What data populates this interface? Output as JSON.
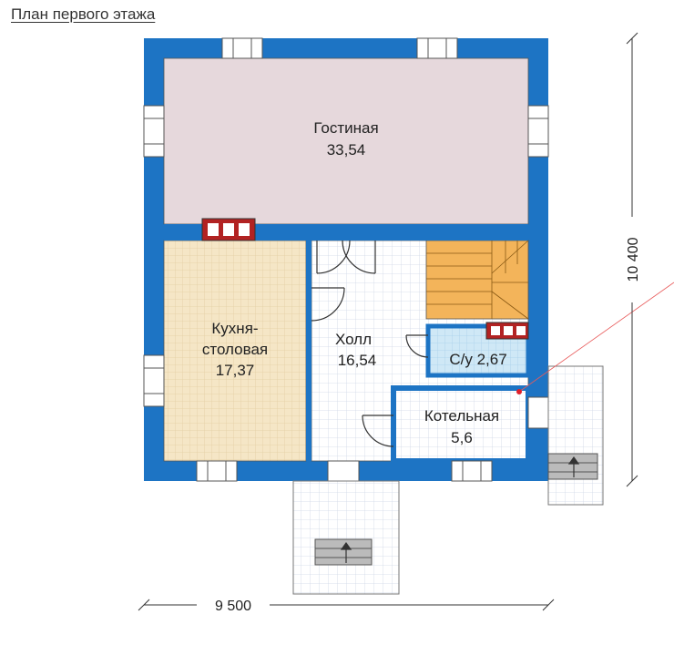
{
  "title": "План первого этажа",
  "rooms": {
    "living": {
      "name": "Гостиная",
      "area": "33,54"
    },
    "kitchen": {
      "name_line1": "Кухня-",
      "name_line2": "столовая",
      "area": "17,37"
    },
    "hall": {
      "name": "Холл",
      "area": "16,54"
    },
    "bathroom": {
      "label": "С/у 2,67"
    },
    "boiler": {
      "name": "Котельная",
      "area": "5,6"
    }
  },
  "dimensions": {
    "width": "9 500",
    "height": "10 400"
  },
  "colors": {
    "wall": "#1d74c4",
    "living": "#e6d8dc",
    "kitchen": "#f5e6c6",
    "hall": "#ffffff",
    "bathroom": "#cfe8f6",
    "stairs": "#f3b45a",
    "chimney": "#b22222"
  },
  "icons": [
    "stair-arrow-icon",
    "door-swing-icon",
    "window-icon",
    "chimney-icon"
  ]
}
